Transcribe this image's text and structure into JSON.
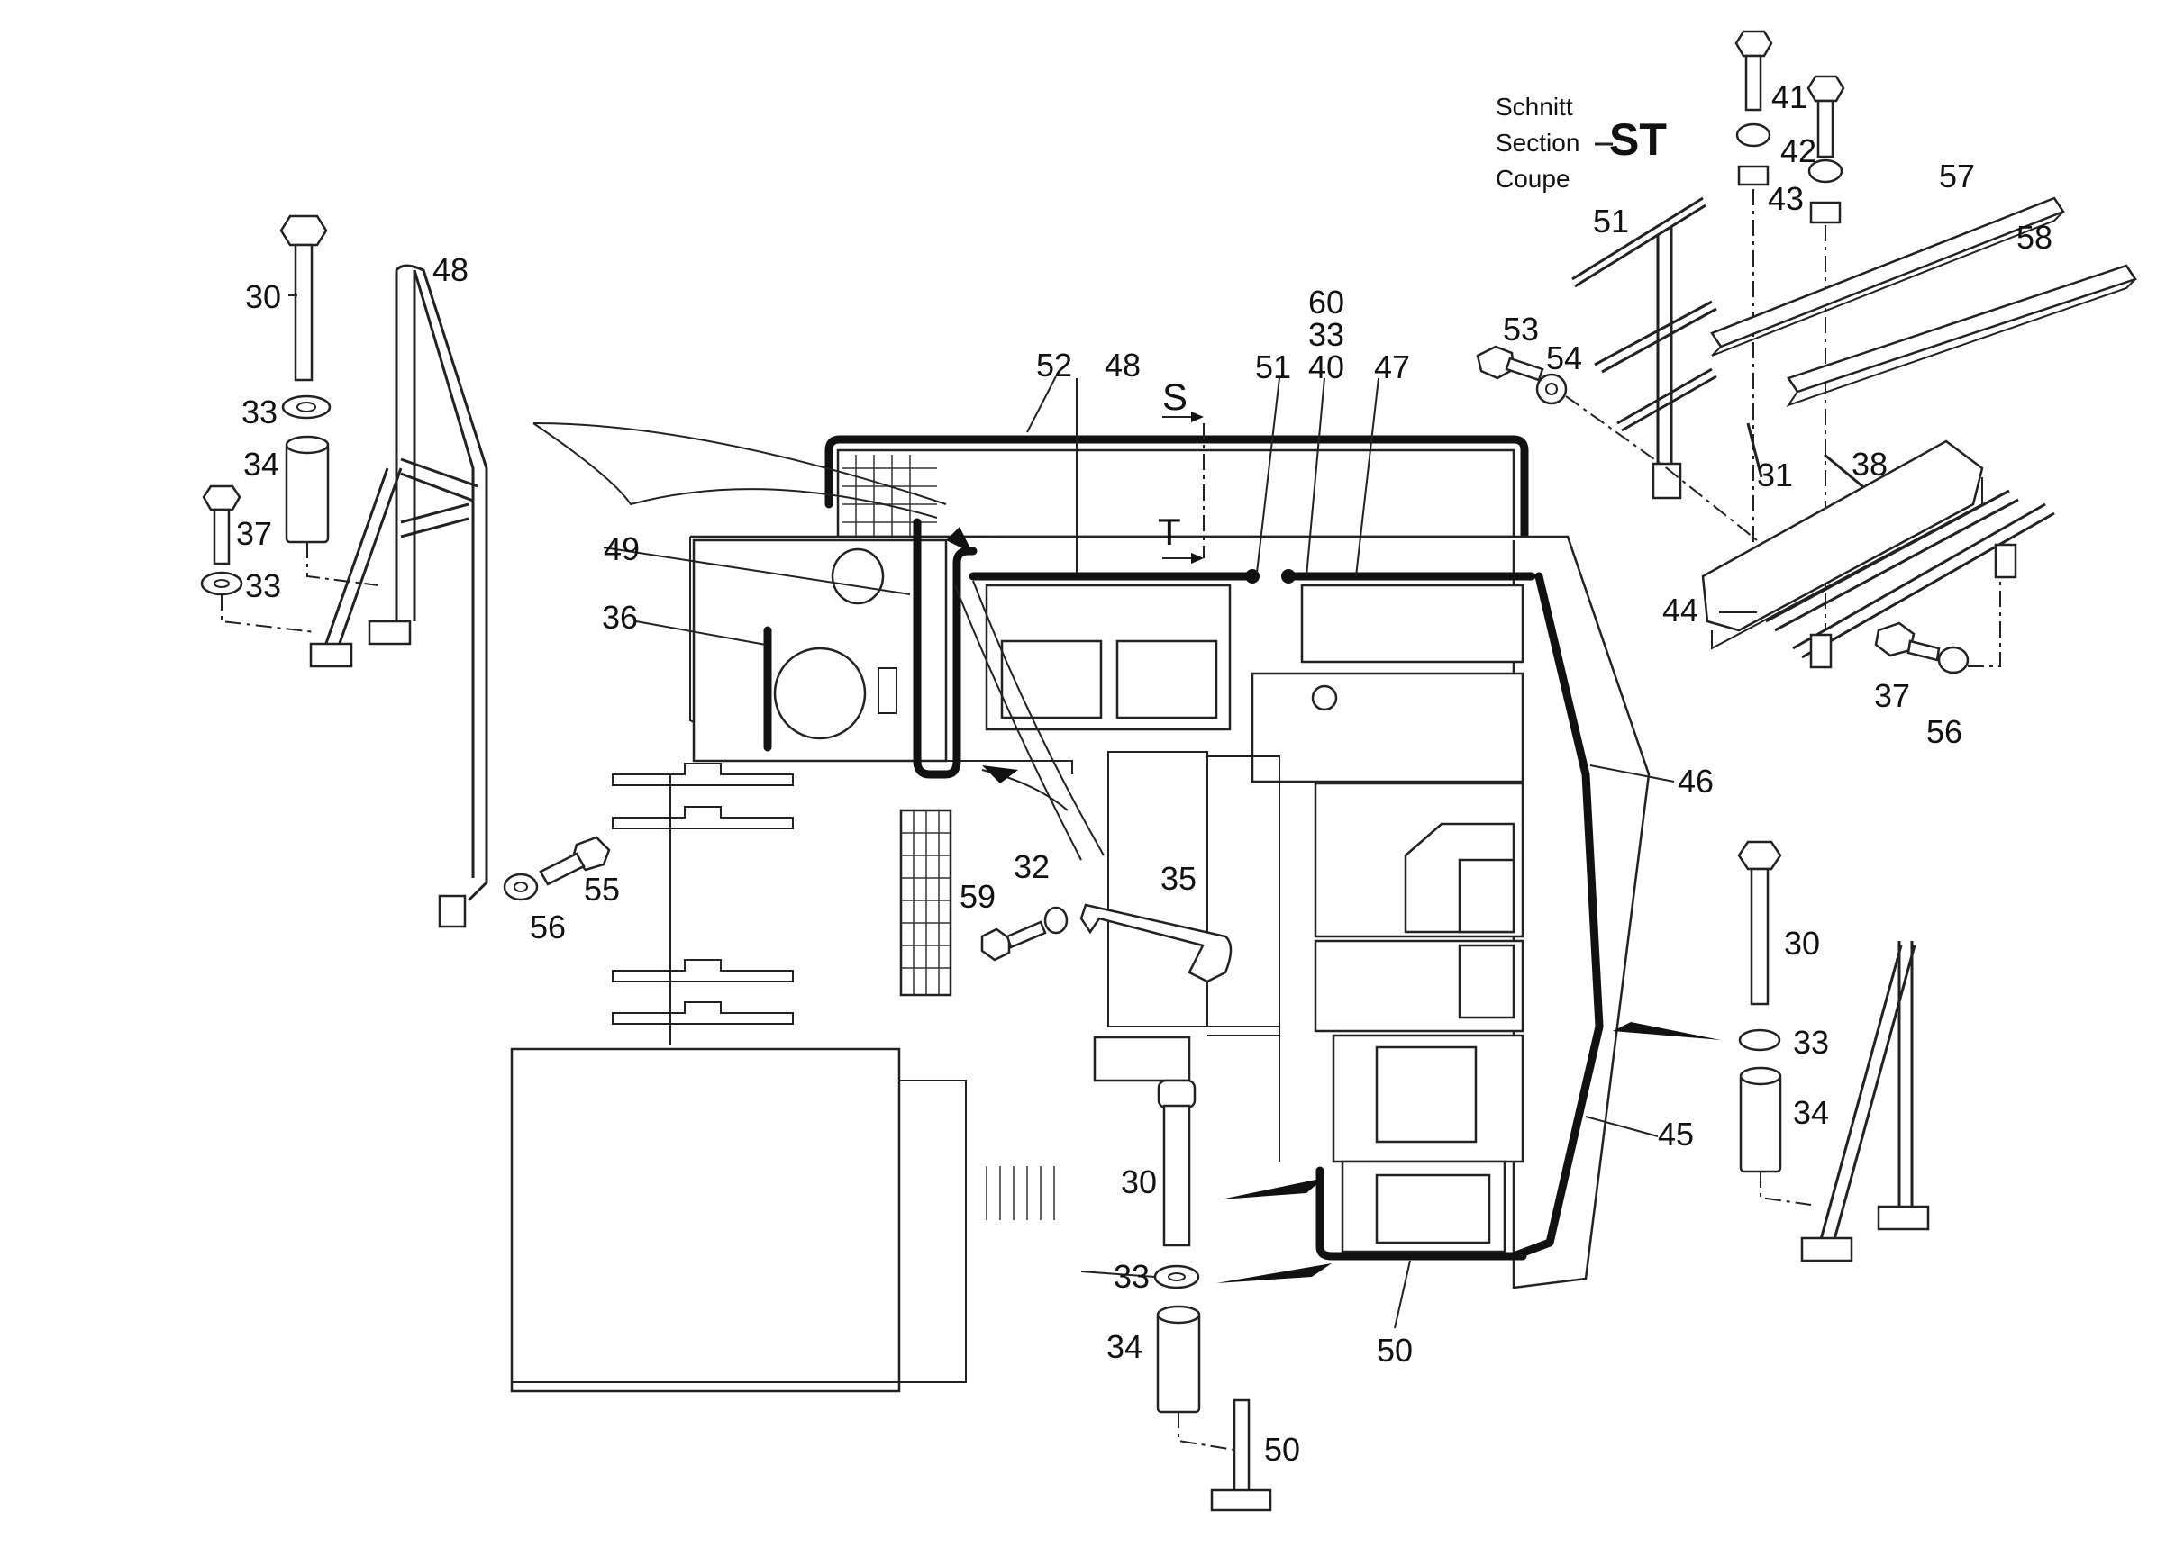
{
  "title_block": {
    "line1": "Schnitt",
    "line2": "Section",
    "line3": "Coupe",
    "code": "ST"
  },
  "section_marks": {
    "s": "S",
    "t": "T"
  },
  "callouts": {
    "c30_top_left": "30",
    "c48_top_left": "48",
    "c33_top_left": "33",
    "c34_top_left": "34",
    "c37_left": "37",
    "c33_left_low": "33",
    "c52": "52",
    "c48_center": "48",
    "c51_center": "51",
    "c60": "60",
    "c33_stack": "33",
    "c40": "40",
    "c47": "47",
    "c49": "49",
    "c36": "36",
    "c55": "55",
    "c56_left": "56",
    "c59": "59",
    "c32": "32",
    "c35": "35",
    "c46": "46",
    "c45": "45",
    "c50_bottom_frame": "50",
    "c30_center": "30",
    "c33_center": "33",
    "c34_center": "34",
    "c50_bottom": "50",
    "c51_right": "51",
    "c53": "53",
    "c54": "54",
    "c41": "41",
    "c42": "42",
    "c43": "43",
    "c57": "57",
    "c58": "58",
    "c31": "31",
    "c38": "38",
    "c44": "44",
    "c37_right": "37",
    "c56_right": "56",
    "c30_right": "30",
    "c33_right": "33",
    "c34_right": "34"
  },
  "colors": {
    "line": "#222222",
    "background": "#ffffff"
  }
}
